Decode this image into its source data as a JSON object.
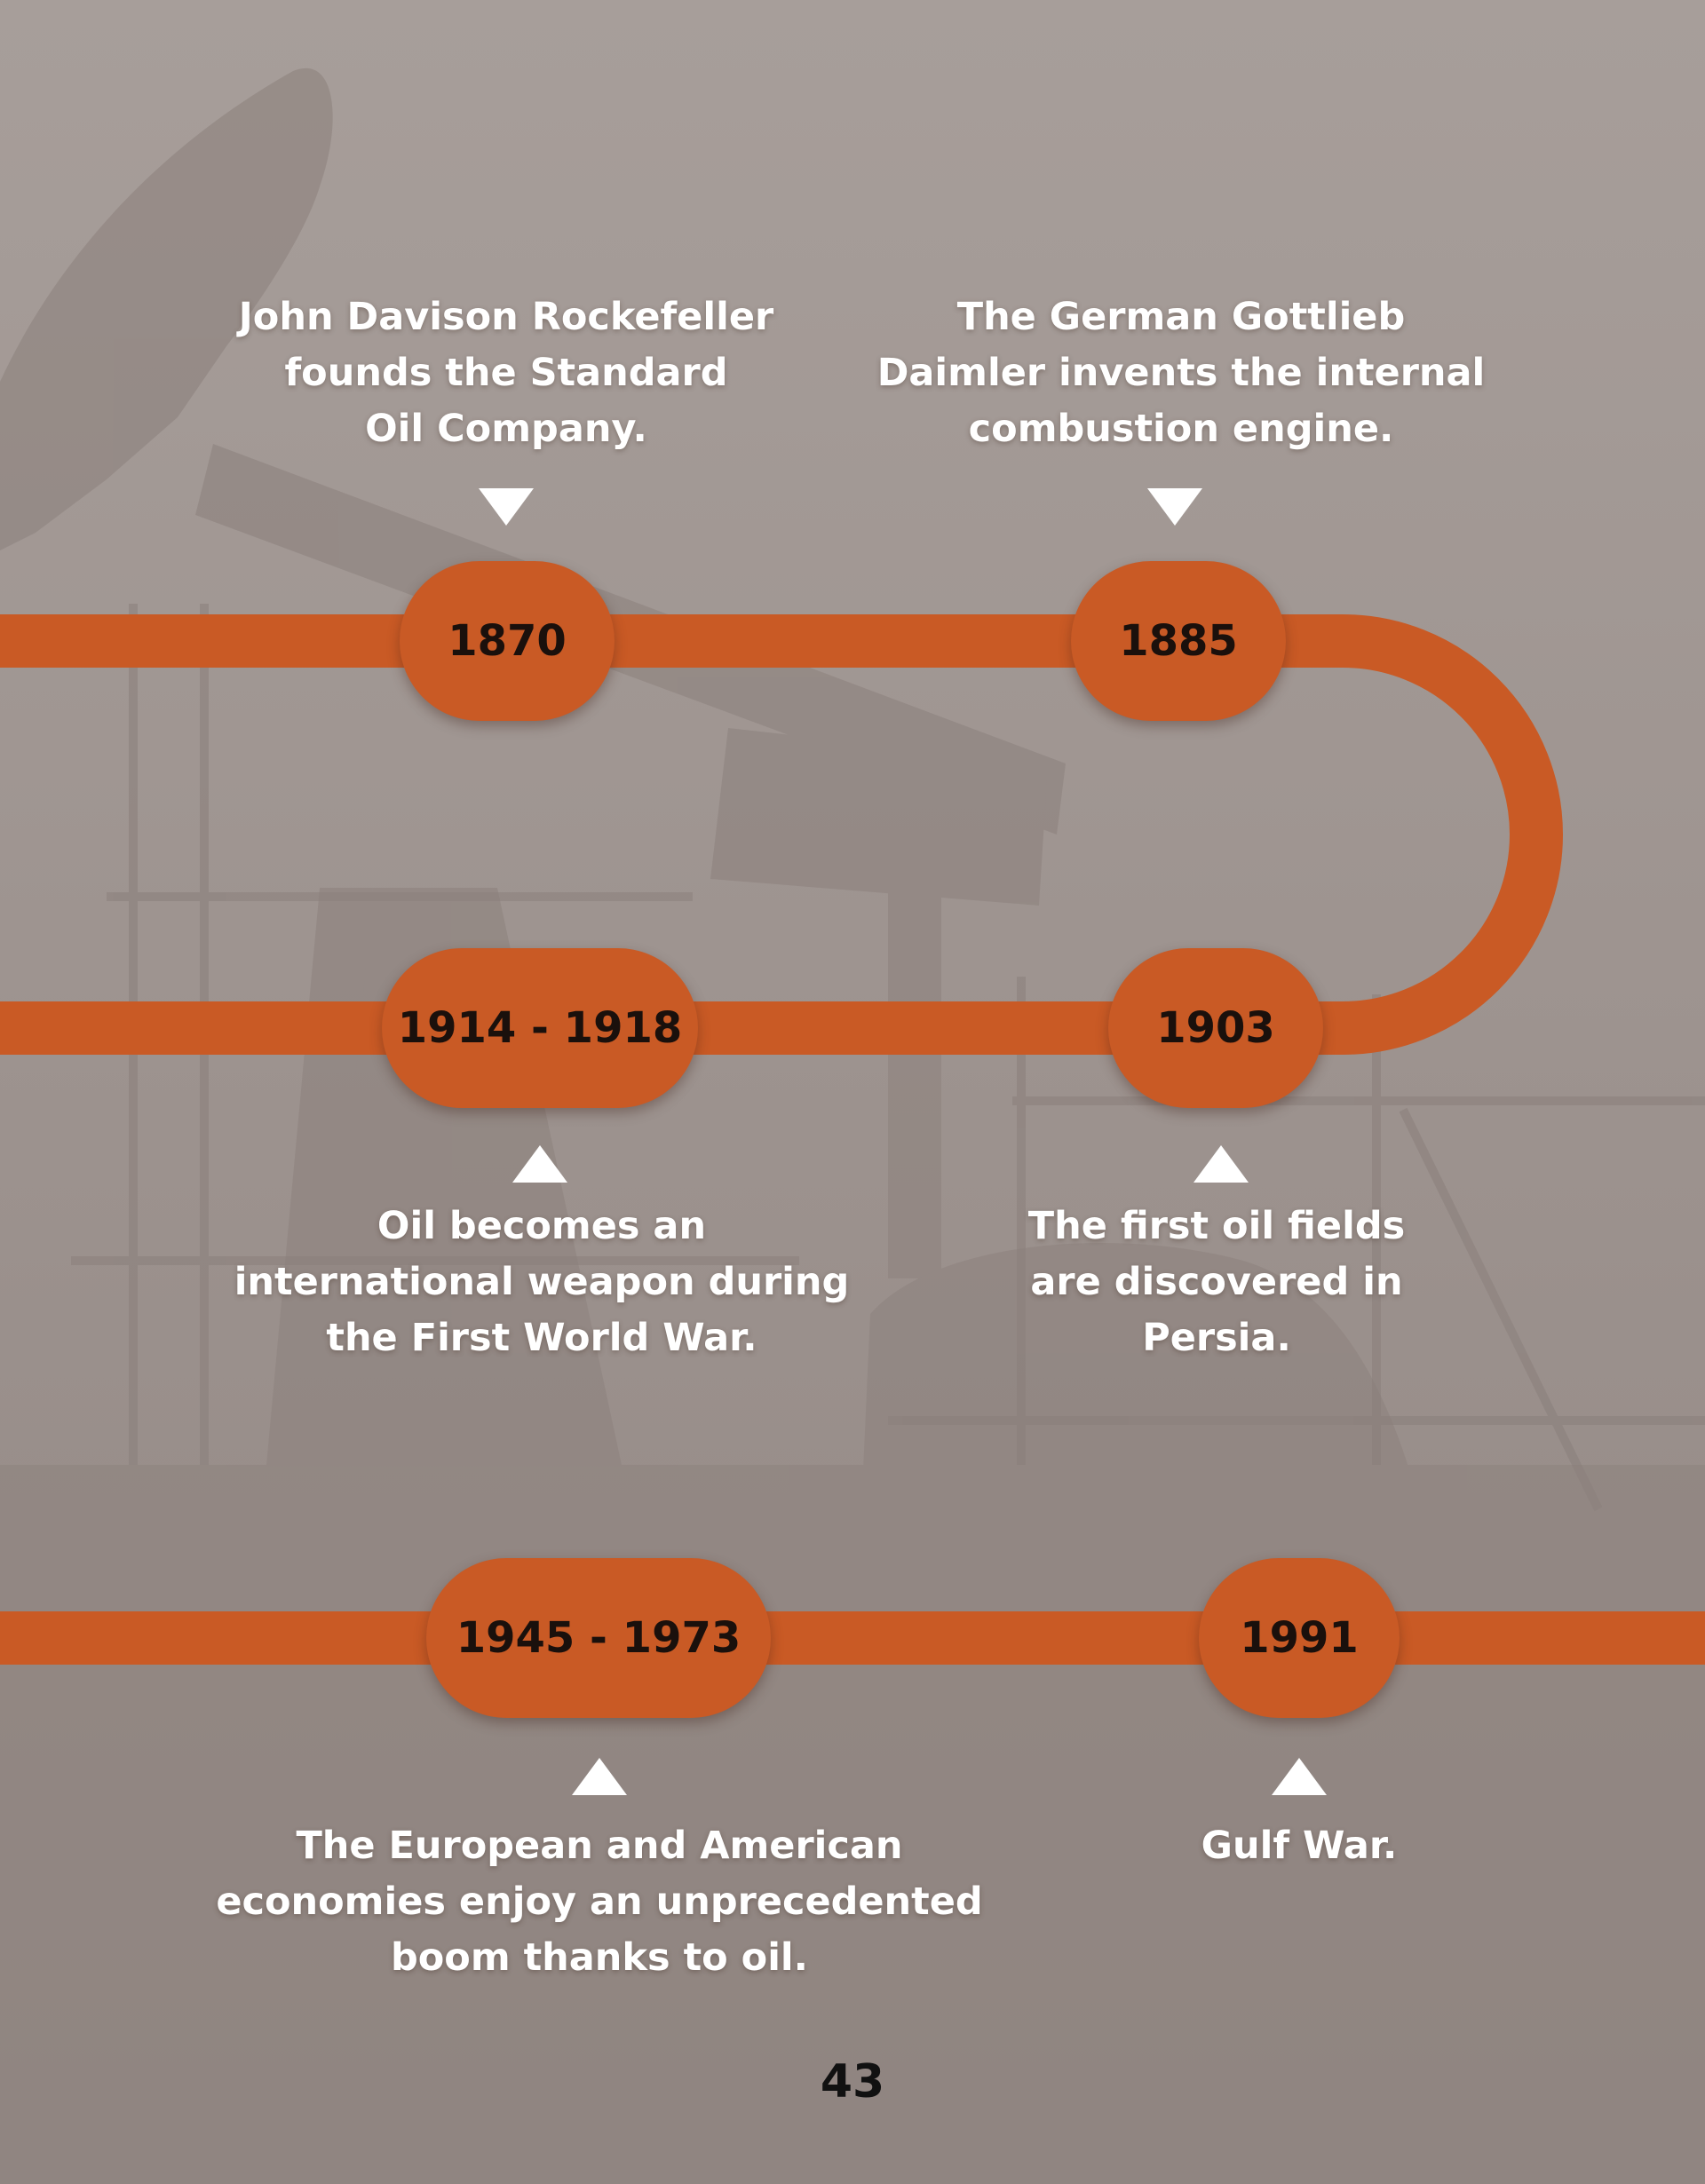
{
  "colors": {
    "background_top": "#a69d99",
    "background_bottom": "#928682",
    "timeline": "#c95a25",
    "badge_text": "#1a100c",
    "caption_text": "#ffffff"
  },
  "illustration": "oil-pump-jack-silhouette",
  "events": [
    {
      "year": "1870",
      "caption": [
        "John Davison Rockefeller",
        "founds the Standard",
        "Oil Company."
      ]
    },
    {
      "year": "1885",
      "caption": [
        "The German Gottlieb",
        "Daimler invents the internal",
        "combustion engine."
      ]
    },
    {
      "year": "1903",
      "caption": [
        "The first oil fields",
        "are discovered in",
        "Persia."
      ]
    },
    {
      "year": "1914 - 1918",
      "caption": [
        "Oil becomes an",
        "international weapon during",
        "the First World War."
      ]
    },
    {
      "year": "1945 - 1973",
      "caption": [
        "The European and American",
        "economies enjoy an unprecedented",
        "boom thanks to oil."
      ]
    },
    {
      "year": "1991",
      "caption": [
        "Gulf War."
      ]
    }
  ],
  "page_number": "43"
}
